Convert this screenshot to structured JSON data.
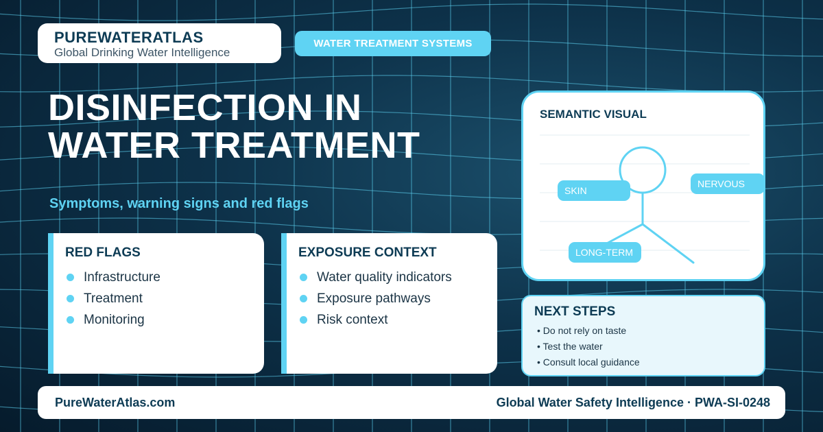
{
  "brand": {
    "name": "PUREWATERATLAS",
    "tagline": "Global Drinking Water Intelligence"
  },
  "category": "WATER TREATMENT SYSTEMS",
  "title": {
    "line1": "DISINFECTION IN",
    "line2": "WATER TREATMENT"
  },
  "subtitle": "Symptoms, warning signs and red flags",
  "red_flags": {
    "title": "RED FLAGS",
    "items": [
      "Infrastructure",
      "Treatment",
      "Monitoring"
    ]
  },
  "exposure_context": {
    "title": "EXPOSURE CONTEXT",
    "items": [
      "Water quality indicators",
      "Exposure pathways",
      "Risk context"
    ]
  },
  "semantic_visual": {
    "title": "SEMANTIC VISUAL",
    "labels": {
      "skin": "SKIN",
      "nervous": "NERVOUS",
      "long_term": "LONG-TERM"
    }
  },
  "next_steps": {
    "title": "NEXT STEPS",
    "items": [
      "• Do not rely on taste",
      "• Test the water",
      "• Consult local guidance"
    ]
  },
  "footer": {
    "website": "PureWaterAtlas.com",
    "tagline": "Global Water Safety Intelligence · PWA-SI-0248"
  },
  "colors": {
    "accent": "#5fd3f3",
    "navy": "#0d3b54",
    "background": "#0d3149"
  }
}
